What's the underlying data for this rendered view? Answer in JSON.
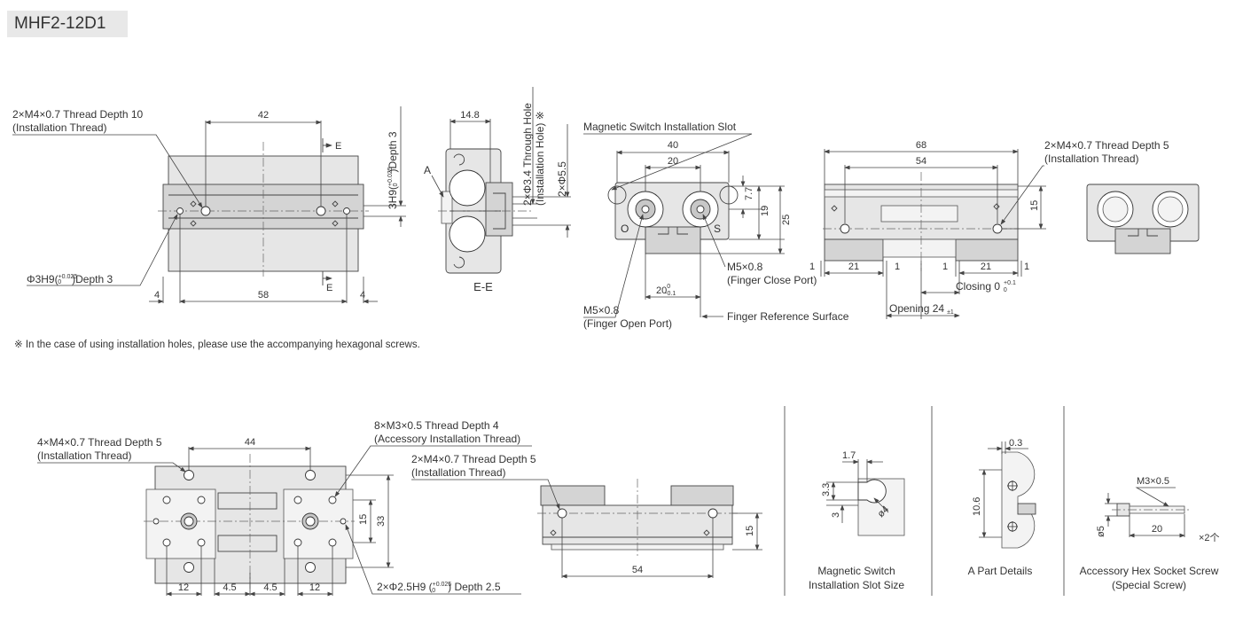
{
  "title": "MHF2-12D1",
  "note": "※ In the case of using installation holes, please use the accompanying hexagonal screws.",
  "top_view": {
    "thread_label_1": "2×M4×0.7 Thread Depth 10",
    "thread_label_2": "(Installation Thread)",
    "bore_label": "Φ3H9(",
    "bore_label_tol": "+0.025",
    "bore_label_tol2": "0",
    "bore_label_end": ")Depth 3",
    "dim_42": "42",
    "dim_58": "58",
    "dim_4a": "4",
    "dim_4b": "4",
    "section_mark": "E",
    "vert_label": "3H9(",
    "vert_label_tol": "+0.025",
    "vert_label_tol2": "0",
    "vert_label_end": ")Depth 3"
  },
  "section_view": {
    "dim_14_8": "14.8",
    "through_hole_1": "2×Φ3.4 Through Hole",
    "through_hole_2": "(Installation Hole) ※",
    "counter_bore": "2×Φ5.5",
    "part_a": "A",
    "caption": "E-E"
  },
  "front_view": {
    "slot_label": "Magnetic Switch Installation Slot",
    "dim_40": "40",
    "dim_20": "20",
    "dim_7_7": "7.7",
    "dim_19": "19",
    "dim_25": "25",
    "mark_o": "O",
    "mark_s": "S",
    "close_port_1": "M5×0.8",
    "close_port_2": "(Finger Close Port)",
    "dim_20_tol": "20",
    "dim_20_tol_a": "0",
    "dim_20_tol_b": "-0.1",
    "open_port_1": "M5×0.8",
    "open_port_2": "(Finger Open Port)",
    "ref_surface": "Finger Reference Surface"
  },
  "side_view": {
    "dim_68": "68",
    "dim_54": "54",
    "dim_15": "15",
    "thread_label_1": "2×M4×0.7 Thread Depth 5",
    "thread_label_2": "(Installation Thread)",
    "dim_1a": "1",
    "dim_21a": "21",
    "dim_1b": "1",
    "dim_1c": "1",
    "dim_21b": "21",
    "dim_1d": "1",
    "closing": "Closing 0",
    "closing_tol_a": "+0.1",
    "closing_tol_b": "0",
    "opening": "Opening 24",
    "opening_tol": "±1"
  },
  "bottom_view": {
    "thread_label_1": "4×M4×0.7 Thread Depth 5",
    "thread_label_2": "(Installation Thread)",
    "acc_label_1": "8×M3×0.5 Thread Depth 4",
    "acc_label_2": "(Accessory Installation Thread)",
    "dim_44": "44",
    "dim_15": "15",
    "dim_33": "33",
    "dim_12a": "12",
    "dim_4_5a": "4.5",
    "dim_4_5b": "4.5",
    "dim_12b": "12",
    "pin_label": "2×Φ2.5H9 (",
    "pin_tol_a": "+0.025",
    "pin_tol_b": "0",
    "pin_label_end": ") Depth 2.5"
  },
  "lower_side_view": {
    "thread_label_1": "2×M4×0.7 Thread Depth 5",
    "thread_label_2": "(Installation Thread)",
    "dim_54": "54",
    "dim_15": "15"
  },
  "detail_slot": {
    "dim_1_7": "1.7",
    "dim_3_3": "3.3",
    "dim_3": "3",
    "dim_phi4": "ø4",
    "caption_1": "Magnetic Switch",
    "caption_2": "Installation Slot Size"
  },
  "detail_a": {
    "dim_0_3": "0.3",
    "dim_10_6": "10.6",
    "caption": "A Part Details"
  },
  "detail_screw": {
    "thread": "M3×0.5",
    "dim_phi5": "ø5",
    "dim_20": "20",
    "qty": "×2个",
    "caption_1": "Accessory Hex Socket Screw",
    "caption_2": "(Special Screw)"
  }
}
